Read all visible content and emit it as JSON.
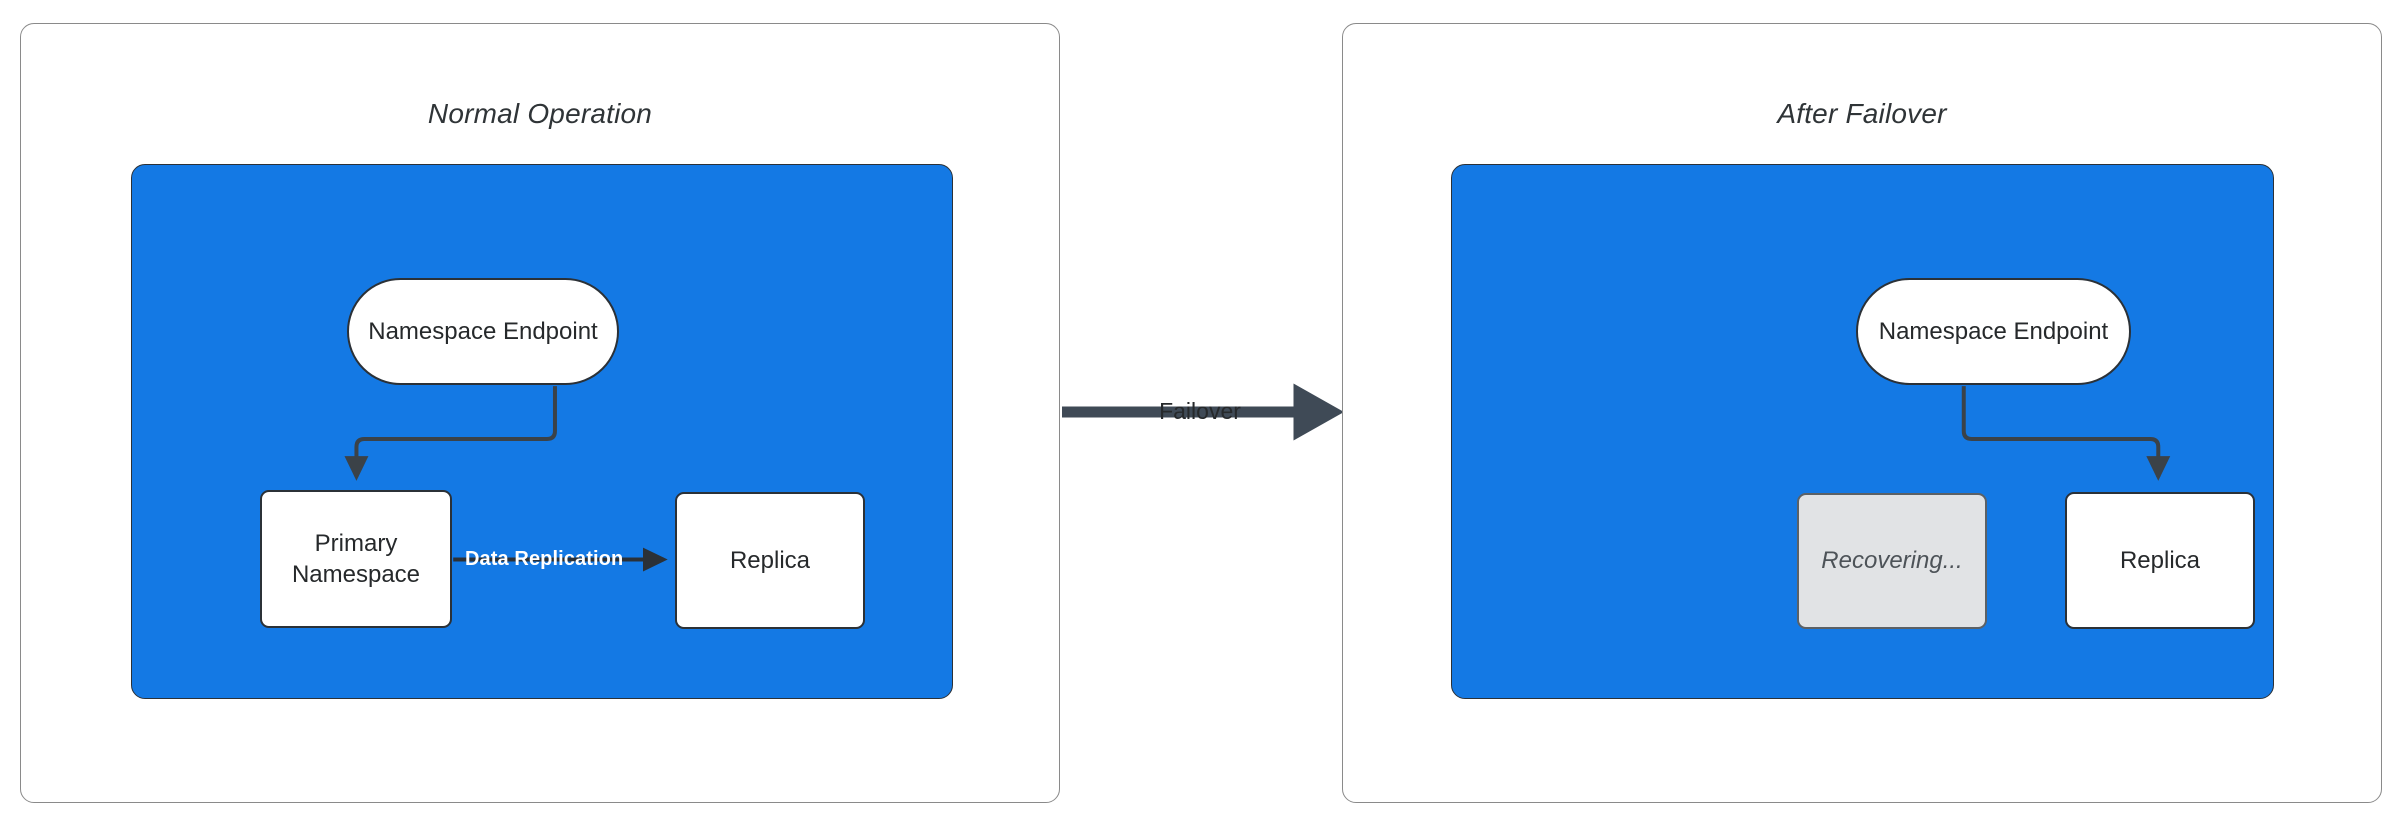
{
  "diagram": {
    "type": "failover-architecture-diagram",
    "background_color": "#ffffff",
    "accent_color": "#1479e4",
    "stroke_color": "#2b3137",
    "muted_fill": "#e1e3e5"
  },
  "panels": [
    {
      "id": "normal-operation",
      "title": "Normal Operation",
      "region_color": "#1479e4",
      "nodes": [
        {
          "id": "endpoint",
          "label": "Namespace Endpoint",
          "shape": "pill",
          "state": "active"
        },
        {
          "id": "primary",
          "label": "Primary\nNamespace",
          "line1": "Primary",
          "line2": "Namespace",
          "shape": "box",
          "state": "active"
        },
        {
          "id": "replica",
          "label": "Replica",
          "shape": "box",
          "state": "active"
        }
      ],
      "edges": [
        {
          "from": "endpoint",
          "to": "primary",
          "label": "",
          "style": "elbow-arrow"
        },
        {
          "from": "primary",
          "to": "replica",
          "label": "Data Replication",
          "style": "straight-arrow",
          "label_color": "#ffffff"
        }
      ]
    },
    {
      "id": "after-failover",
      "title": "After Failover",
      "region_color": "#1479e4",
      "nodes": [
        {
          "id": "endpoint",
          "label": "Namespace Endpoint",
          "shape": "pill",
          "state": "active"
        },
        {
          "id": "recovering",
          "label": "Recovering...",
          "shape": "box",
          "state": "recovering"
        },
        {
          "id": "replica",
          "label": "Replica",
          "shape": "box",
          "state": "active"
        }
      ],
      "edges": [
        {
          "from": "endpoint",
          "to": "replica",
          "label": "",
          "style": "elbow-arrow"
        }
      ]
    }
  ],
  "transition": {
    "label": "Failover",
    "direction": "left-to-right",
    "arrow_color": "#3f4a56"
  }
}
